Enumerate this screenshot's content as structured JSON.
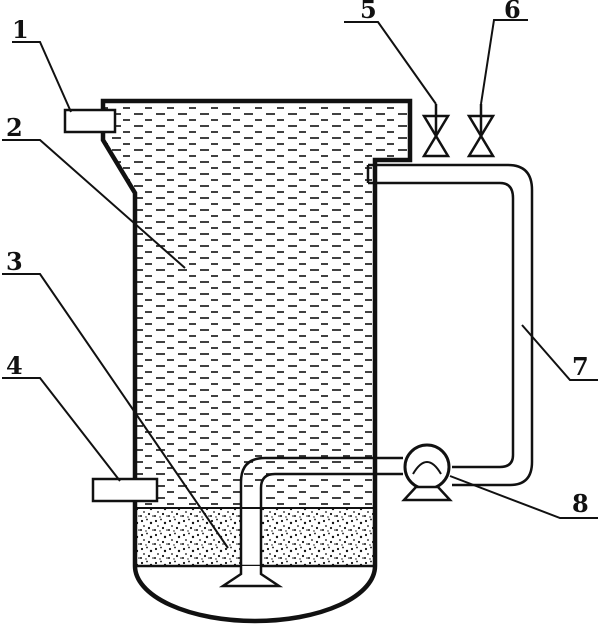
{
  "labels": [
    {
      "id": "1",
      "text": "1"
    },
    {
      "id": "2",
      "text": "2"
    },
    {
      "id": "3",
      "text": "3"
    },
    {
      "id": "4",
      "text": "4"
    },
    {
      "id": "5",
      "text": "5"
    },
    {
      "id": "6",
      "text": "6"
    },
    {
      "id": "7",
      "text": "7"
    },
    {
      "id": "8",
      "text": "8"
    }
  ],
  "colors": {
    "ink": "#111111",
    "background": "#ffffff"
  }
}
